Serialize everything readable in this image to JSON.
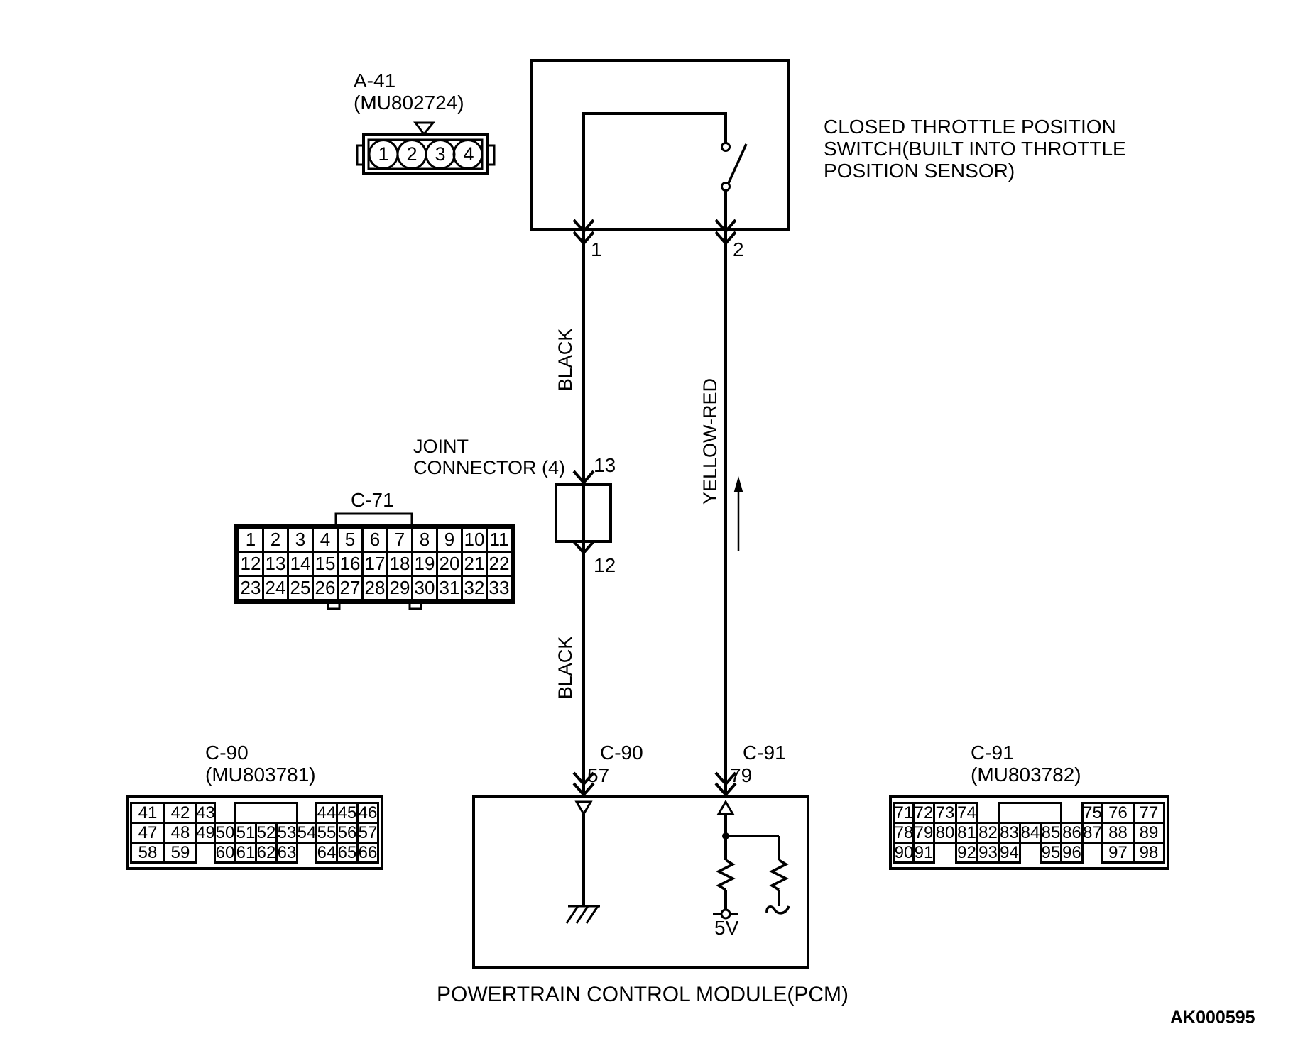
{
  "top_connector": {
    "name": "A-41",
    "part": "(MU802724)",
    "pins": [
      "1",
      "2",
      "3",
      "4"
    ]
  },
  "switch_box": {
    "label1": "CLOSED THROTTLE POSITION",
    "label2": "SWITCH(BUILT INTO THROTTLE",
    "label3": "POSITION SENSOR)",
    "pin_left": "1",
    "pin_right": "2"
  },
  "wires": {
    "left_color_upper": "BLACK",
    "left_color_lower": "BLACK",
    "right_color": "YELLOW-RED"
  },
  "joint_connector": {
    "label1": "JOINT",
    "label2": "CONNECTOR (4)",
    "pin_in": "13",
    "pin_out": "12",
    "title": "C-71"
  },
  "pcm": {
    "label": "POWERTRAIN CONTROL MODULE(PCM)",
    "left_connector": "C-90",
    "left_pin": "57",
    "right_connector": "C-91",
    "right_pin": "79",
    "supply": "5V"
  },
  "c90_block": {
    "title": "C-90",
    "part": "(MU803781)"
  },
  "c91_block": {
    "title": "C-91",
    "part": "(MU803782)"
  },
  "doc_code": "AK000595",
  "tables": {
    "c71": {
      "rows": [
        [
          {
            "t": "1",
            "w": 38
          },
          {
            "t": "2",
            "w": 38
          },
          {
            "t": "3",
            "w": 38
          },
          {
            "t": "4",
            "w": 38
          },
          {
            "t": "5",
            "w": 38
          },
          {
            "t": "6",
            "w": 38
          },
          {
            "t": "7",
            "w": 38
          },
          {
            "t": "8",
            "w": 38
          },
          {
            "t": "9",
            "w": 38
          },
          {
            "t": "10",
            "w": 38
          },
          {
            "t": "11",
            "w": 38
          }
        ],
        [
          {
            "t": "12",
            "w": 38
          },
          {
            "t": "13",
            "w": 38
          },
          {
            "t": "14",
            "w": 38
          },
          {
            "t": "15",
            "w": 38
          },
          {
            "t": "16",
            "w": 38
          },
          {
            "t": "17",
            "w": 38
          },
          {
            "t": "18",
            "w": 38
          },
          {
            "t": "19",
            "w": 38
          },
          {
            "t": "20",
            "w": 38
          },
          {
            "t": "21",
            "w": 38
          },
          {
            "t": "22",
            "w": 38
          }
        ],
        [
          {
            "t": "23",
            "w": 38
          },
          {
            "t": "24",
            "w": 38
          },
          {
            "t": "25",
            "w": 38
          },
          {
            "t": "26",
            "w": 38
          },
          {
            "t": "27",
            "w": 38
          },
          {
            "t": "28",
            "w": 38
          },
          {
            "t": "29",
            "w": 38
          },
          {
            "t": "30",
            "w": 38
          },
          {
            "t": "31",
            "w": 38
          },
          {
            "t": "32",
            "w": 38
          },
          {
            "t": "33",
            "w": 38
          }
        ]
      ]
    },
    "c90": {
      "rows": [
        [
          {
            "t": "41",
            "w": 50
          },
          {
            "t": "42",
            "w": 48
          },
          {
            "t": "43",
            "w": 29
          },
          {
            "t": "",
            "w": 32,
            "b": 1
          },
          {
            "t": "",
            "w": 90,
            "k": 1
          },
          {
            "t": "",
            "w": 30,
            "b": 1
          },
          {
            "t": "44",
            "w": 32
          },
          {
            "t": "45",
            "w": 32
          },
          {
            "t": "46",
            "w": 32
          }
        ],
        [
          {
            "t": "47",
            "w": 50
          },
          {
            "t": "48",
            "w": 48
          },
          {
            "t": "49",
            "w": 29
          },
          {
            "t": "50",
            "w": 32
          },
          {
            "t": "51",
            "w": 32
          },
          {
            "t": "52",
            "w": 32
          },
          {
            "t": "53",
            "w": 32
          },
          {
            "t": "54",
            "w": 30
          },
          {
            "t": "55",
            "w": 32
          },
          {
            "t": "56",
            "w": 32
          },
          {
            "t": "57",
            "w": 32
          }
        ],
        [
          {
            "t": "58",
            "w": 50
          },
          {
            "t": "59",
            "w": 48
          },
          {
            "t": "",
            "w": 29,
            "b": 1
          },
          {
            "t": "60",
            "w": 32
          },
          {
            "t": "61",
            "w": 32
          },
          {
            "t": "62",
            "w": 32
          },
          {
            "t": "63",
            "w": 32
          },
          {
            "t": "",
            "w": 30,
            "b": 1
          },
          {
            "t": "64",
            "w": 32
          },
          {
            "t": "65",
            "w": 32
          },
          {
            "t": "66",
            "w": 32
          }
        ]
      ]
    },
    "c91": {
      "rows": [
        [
          {
            "t": "71",
            "w": 30
          },
          {
            "t": "72",
            "w": 32
          },
          {
            "t": "73",
            "w": 34
          },
          {
            "t": "74",
            "w": 33
          },
          {
            "t": "",
            "w": 33,
            "b": 1
          },
          {
            "t": "",
            "w": 91,
            "k": 1
          },
          {
            "t": "",
            "w": 33,
            "b": 1
          },
          {
            "t": "75",
            "w": 31
          },
          {
            "t": "76",
            "w": 47
          },
          {
            "t": "77",
            "w": 46
          }
        ],
        [
          {
            "t": "78",
            "w": 30
          },
          {
            "t": "79",
            "w": 32
          },
          {
            "t": "80",
            "w": 34
          },
          {
            "t": "81",
            "w": 33
          },
          {
            "t": "82",
            "w": 33
          },
          {
            "t": "83",
            "w": 33
          },
          {
            "t": "84",
            "w": 32
          },
          {
            "t": "85",
            "w": 32
          },
          {
            "t": "86",
            "w": 33
          },
          {
            "t": "87",
            "w": 31
          },
          {
            "t": "88",
            "w": 47
          },
          {
            "t": "89",
            "w": 46
          }
        ],
        [
          {
            "t": "90",
            "w": 30
          },
          {
            "t": "91",
            "w": 32
          },
          {
            "t": "",
            "w": 34,
            "b": 1
          },
          {
            "t": "92",
            "w": 33
          },
          {
            "t": "93",
            "w": 33
          },
          {
            "t": "94",
            "w": 33
          },
          {
            "t": "",
            "w": 32,
            "b": 1
          },
          {
            "t": "95",
            "w": 32
          },
          {
            "t": "96",
            "w": 33
          },
          {
            "t": "",
            "w": 31,
            "b": 1
          },
          {
            "t": "97",
            "w": 47
          },
          {
            "t": "98",
            "w": 46
          }
        ]
      ]
    }
  }
}
